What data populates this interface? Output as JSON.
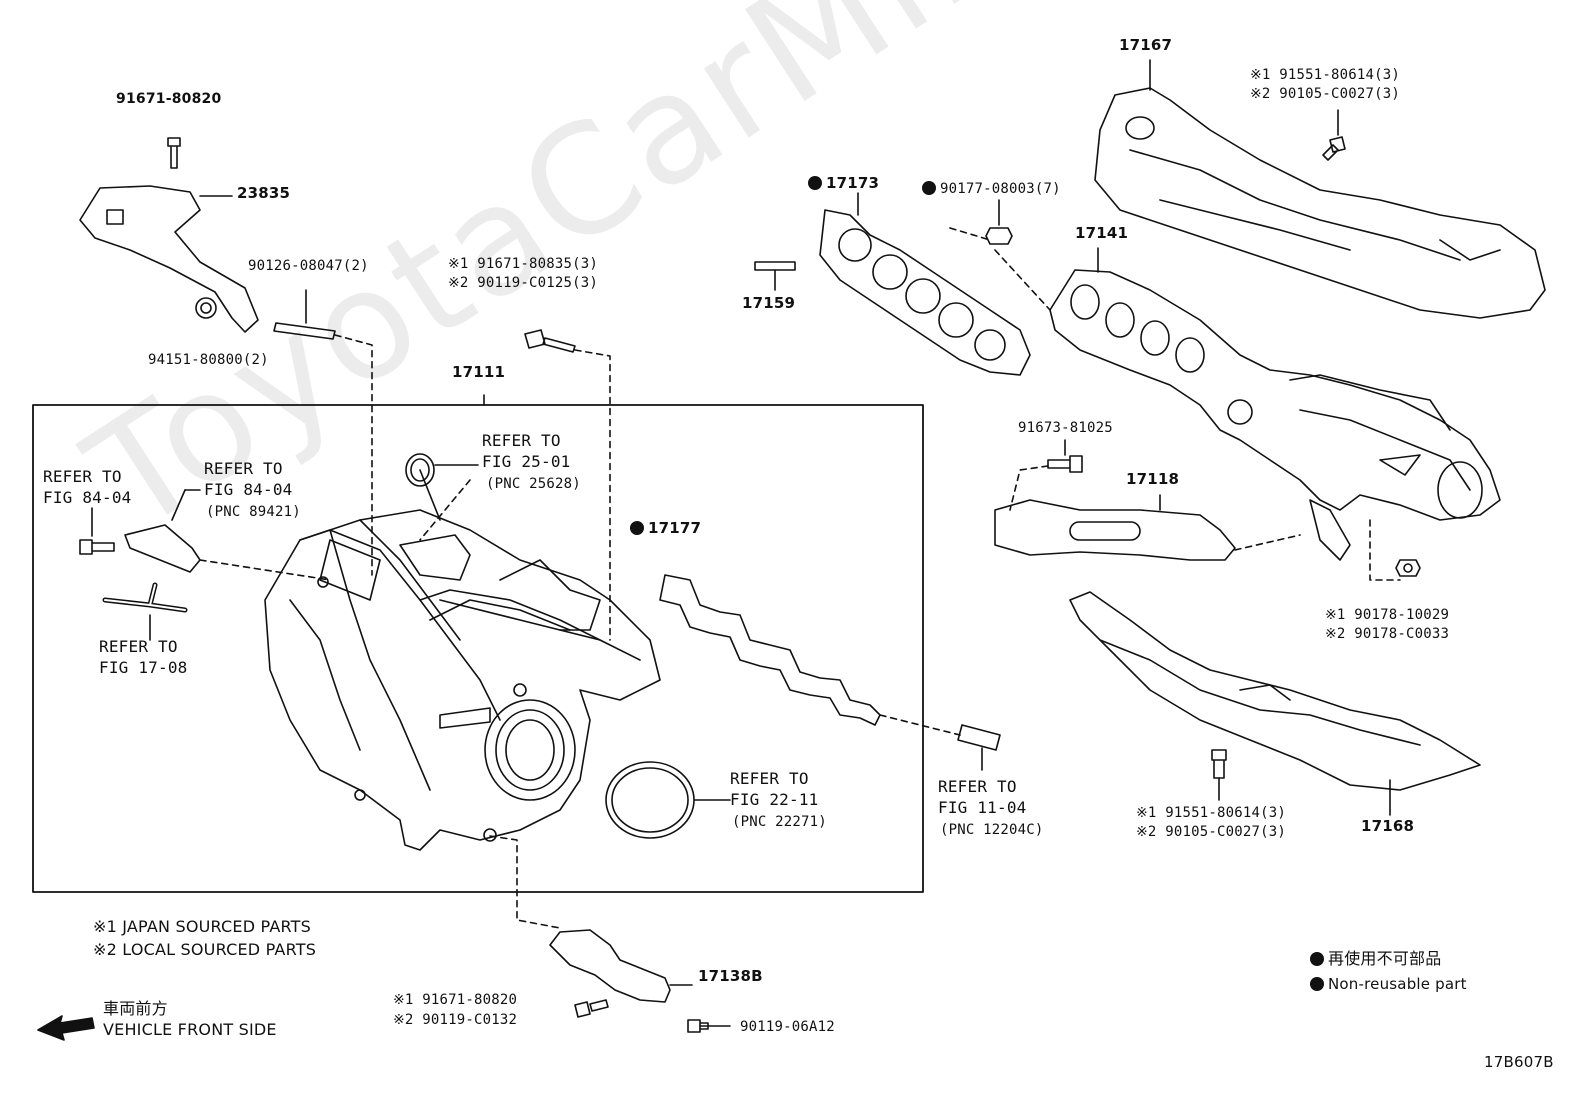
{
  "watermark": "ToyotaCarMile.ru",
  "figure_code": "17B607B",
  "labels": {
    "p91671_80820": "91671-80820",
    "p23835": "23835",
    "p90126": "90126-08047(2)",
    "p94151": "94151-80800(2)",
    "p91671_80835_1": "※1 91671-80835(3)",
    "p90119_c0125_2": "※2 90119-C0125(3)",
    "p17111": "17111",
    "ref_fig25_1": "REFER TO",
    "ref_fig25_2": "FIG 25-01",
    "ref_fig25_3": "(PNC 25628)",
    "ref_fig84a_1": "REFER TO",
    "ref_fig84a_2": "FIG 84-04",
    "ref_fig84b_1": "REFER TO",
    "ref_fig84b_2": "FIG 84-04",
    "ref_fig84b_3": "(PNC 89421)",
    "ref_fig17_1": "REFER TO",
    "ref_fig17_2": "FIG 17-08",
    "p17177": "17177",
    "ref_fig22_1": "REFER TO",
    "ref_fig22_2": "FIG 22-11",
    "ref_fig22_3": "(PNC 22271)",
    "ref_fig11_1": "REFER TO",
    "ref_fig11_2": "FIG 11-04",
    "ref_fig11_3": "(PNC 12204C)",
    "p17173": "17173",
    "p17159": "17159",
    "p90177": "90177-08003(7)",
    "p17167": "17167",
    "p91551_top_1": "※1 91551-80614(3)",
    "p90105_top_2": "※2 90105-C0027(3)",
    "p17141": "17141",
    "p91673": "91673-81025",
    "p17118": "17118",
    "p90178_1": "※1 90178-10029",
    "p90178_2": "※2 90178-C0033",
    "p91551_bot_1": "※1 91551-80614(3)",
    "p90105_bot_2": "※2 90105-C0027(3)",
    "p17168": "17168",
    "p17138b": "17138B",
    "p91671_80820_b1": "※1 91671-80820",
    "p90119_c0132_b2": "※2 90119-C0132",
    "p90119_06a12": "90119-06A12"
  },
  "notes": {
    "japan": "※1 JAPAN SOURCED PARTS",
    "local": "※2 LOCAL SOURCED PARTS",
    "front_jp": "車両前方",
    "front_en": "VEHICLE FRONT SIDE"
  },
  "legend": {
    "jp": "再使用不可部品",
    "en": "Non-reusable part"
  }
}
